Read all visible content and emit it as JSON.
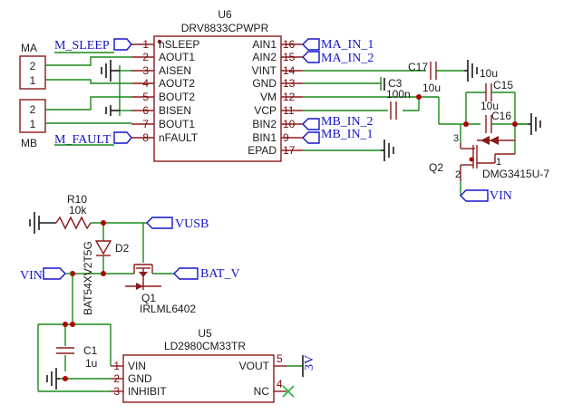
{
  "u6": {
    "ref": "U6",
    "part": "DRV8833CPWPR",
    "left_pins": [
      {
        "num": "1",
        "name": "nSLEEP"
      },
      {
        "num": "2",
        "name": "AOUT1"
      },
      {
        "num": "3",
        "name": "AISEN"
      },
      {
        "num": "4",
        "name": "AOUT2"
      },
      {
        "num": "5",
        "name": "BOUT2"
      },
      {
        "num": "6",
        "name": "BISEN"
      },
      {
        "num": "7",
        "name": "BOUT1"
      },
      {
        "num": "8",
        "name": "nFAULT"
      }
    ],
    "right_pins": [
      {
        "num": "16",
        "name": "AIN1"
      },
      {
        "num": "15",
        "name": "AIN2"
      },
      {
        "num": "14",
        "name": "VINT"
      },
      {
        "num": "13",
        "name": "GND"
      },
      {
        "num": "12",
        "name": "VM"
      },
      {
        "num": "11",
        "name": "VCP"
      },
      {
        "num": "10",
        "name": "BIN2"
      },
      {
        "num": "9",
        "name": "BIN1"
      },
      {
        "num": "17",
        "name": "EPAD"
      }
    ]
  },
  "connectors": {
    "ma": {
      "label": "MA",
      "pins": [
        "2",
        "1"
      ]
    },
    "mb": {
      "label": "MB",
      "pins": [
        "2",
        "1"
      ]
    }
  },
  "net_labels": {
    "m_sleep": "M_SLEEP",
    "m_fault": "M_FAULT",
    "ma_in_1": "MA_IN_1",
    "ma_in_2": "MA_IN_2",
    "mb_in_2": "MB_IN_2",
    "mb_in_1": "MB_IN_1",
    "vin_top": "VIN",
    "vusb": "VUSB",
    "vin_left": "VIN",
    "bat_v": "BAT_V",
    "out_3v": "3V"
  },
  "components": {
    "c17": {
      "ref": "C17",
      "value": "10u"
    },
    "c15": {
      "ref": "C15",
      "value": "10u"
    },
    "c16": {
      "ref": "C16",
      "value": "10u"
    },
    "c3": {
      "ref": "C3",
      "value": "100n"
    },
    "q2": {
      "ref": "Q2",
      "part": "DMG3415U-7",
      "pins": [
        "3",
        "2",
        "1"
      ]
    },
    "r10": {
      "ref": "R10",
      "value": "10k"
    },
    "d2": {
      "ref": "D2",
      "part": "BAT54XV2T5G"
    },
    "q1": {
      "ref": "Q1",
      "part": "IRLML6402"
    },
    "c1": {
      "ref": "C1",
      "value": "1u"
    }
  },
  "u5": {
    "ref": "U5",
    "part": "LD2980CM33TR",
    "left_pins": [
      {
        "num": "1",
        "name": "VIN"
      },
      {
        "num": "2",
        "name": "GND"
      },
      {
        "num": "3",
        "name": "INHIBIT"
      }
    ],
    "right_pins": [
      {
        "num": "5",
        "name": "VOUT"
      },
      {
        "num": "4",
        "name": "NC"
      }
    ]
  }
}
